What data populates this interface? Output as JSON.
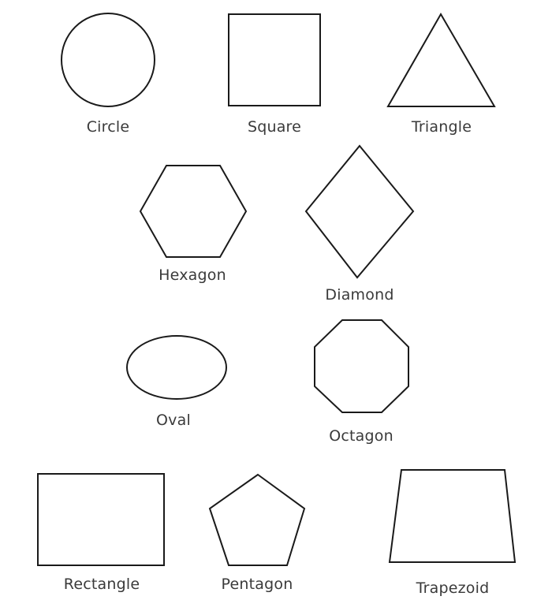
{
  "shapes": [
    {
      "id": "circle",
      "label": "Circle"
    },
    {
      "id": "square",
      "label": "Square"
    },
    {
      "id": "triangle",
      "label": "Triangle"
    },
    {
      "id": "hexagon",
      "label": "Hexagon"
    },
    {
      "id": "diamond",
      "label": "Diamond"
    },
    {
      "id": "oval",
      "label": "Oval"
    },
    {
      "id": "octagon",
      "label": "Octagon"
    },
    {
      "id": "rectangle",
      "label": "Rectangle"
    },
    {
      "id": "pentagon",
      "label": "Pentagon"
    },
    {
      "id": "trapezoid",
      "label": "Trapezoid"
    }
  ],
  "colors": {
    "stroke": "#1a1a1a",
    "label": "#3a3a3a",
    "background": "#ffffff"
  }
}
